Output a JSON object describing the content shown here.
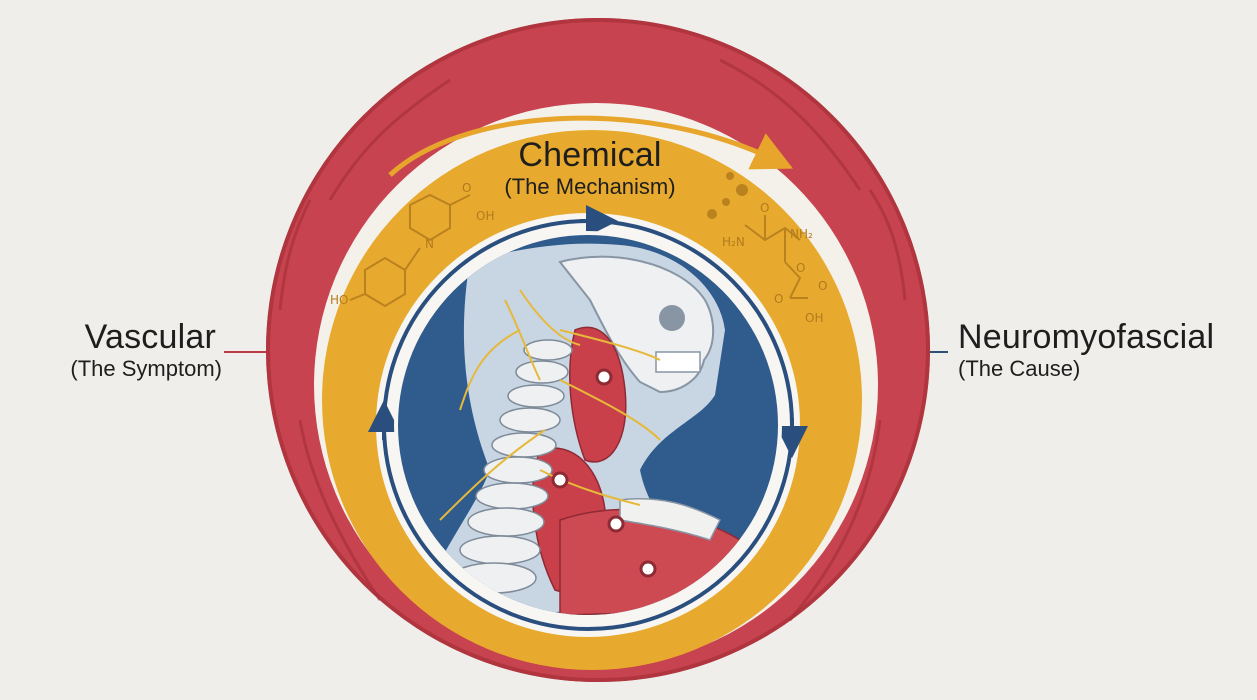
{
  "layers": {
    "outer": {
      "title": "Vascular",
      "subtitle": "(The Symptom)",
      "color": "#c9424d"
    },
    "middle": {
      "title": "Chemical",
      "subtitle": "(The Mechanism)",
      "color": "#e8aa2e"
    },
    "inner": {
      "title": "Neuromyofascial",
      "subtitle": "(The Cause)",
      "color": "#2f5b8d"
    }
  },
  "molecule_labels": {
    "left": [
      "O",
      "OH",
      "N",
      "HO"
    ],
    "right": [
      "O",
      "H₂N",
      "NH₂",
      "O",
      "O",
      "O",
      "OH"
    ]
  },
  "trigger_point_count": 4,
  "icons": [
    "cycle-arrow-icon",
    "molecule-icon",
    "anatomy-illustration"
  ]
}
